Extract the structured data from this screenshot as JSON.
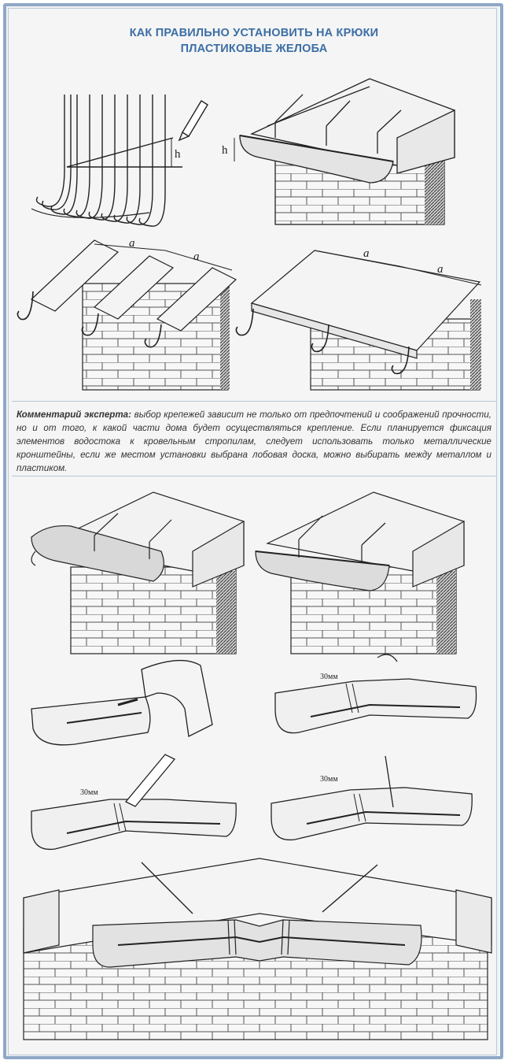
{
  "title": {
    "line1": "КАК ПРАВИЛЬНО УСТАНОВИТЬ НА КРЮКИ",
    "line2": "ПЛАСТИКОВЫЕ ЖЕЛОБА"
  },
  "comment": {
    "label": "Комментарий эксперта:",
    "text": "выбор крепежей зависит не только от предпочтений и соображений прочности, но и от того, к какой части дома будет осуществляться крепление. Если планируется фиксация элементов водостока к кровельным стропилам, следует использовать только металлические кронштейны, если же местом установки выбрана лобовая доска, можно выбирать между металлом и пластиком."
  },
  "labels": {
    "height": "h",
    "spacing_a": "a",
    "gap_30": "30мм"
  },
  "colors": {
    "title": "#3b6ea5",
    "frame": "#8fa8c8",
    "line": "#333333"
  }
}
